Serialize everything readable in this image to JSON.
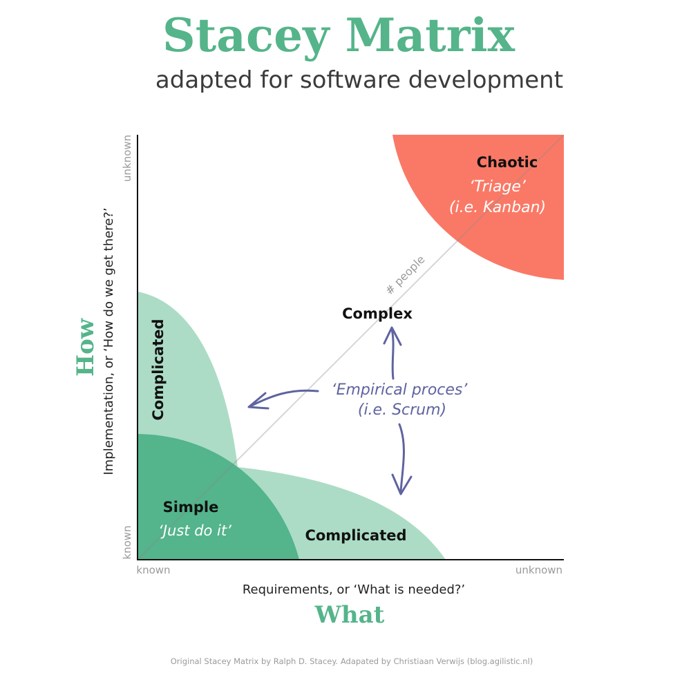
{
  "header": {
    "title": "Stacey Matrix",
    "subtitle": "adapted for software development"
  },
  "axes": {
    "y_axis_title": "How",
    "y_axis_label": "Implementation, or ‘How do we get there?’",
    "y_top": "unknown",
    "y_bottom": "known",
    "x_axis_title": "What",
    "x_axis_label": "Requirements, or ‘What is needed?’",
    "x_left": "known",
    "x_right": "unknown",
    "diagonal_label": "# people"
  },
  "regions": {
    "chaotic": {
      "name": "Chaotic",
      "line1": "‘Triage’",
      "line2": "(i.e. Kanban)"
    },
    "complex": {
      "name": "Complex"
    },
    "complicated_vertical": {
      "name": "Complicated"
    },
    "complicated_horizontal": {
      "name": "Complicated"
    },
    "simple": {
      "name": "Simple",
      "line1": "‘Just do it’"
    }
  },
  "annotation": {
    "line1": "‘Empirical proces’",
    "line2": "(i.e. Scrum)"
  },
  "colors": {
    "accent": "#55b48a",
    "complicated_fill": "#acdcc6",
    "simple_fill": "#54b48c",
    "chaotic_fill": "#fa7966",
    "arrow": "#5f63a0"
  },
  "footer": {
    "credit": "Original Stacey Matrix by Ralph D. Stacey. Adapated by Christiaan Verwijs (blog.agilistic.nl)"
  }
}
